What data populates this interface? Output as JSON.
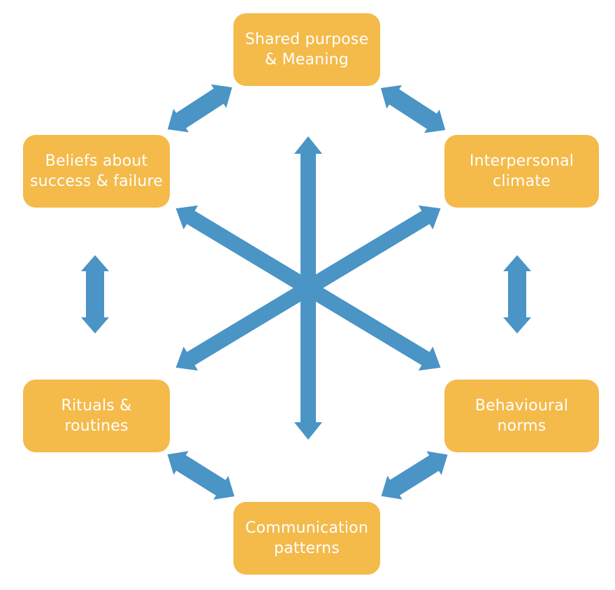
{
  "diagram": {
    "type": "hub-and-ring-diagram",
    "colors": {
      "node_fill": "#F4BA4A",
      "node_text": "#FFFFFF",
      "arrow": "#4A94C6",
      "background": "#FFFFFF"
    },
    "nodes": [
      {
        "id": "shared-purpose",
        "label": "Shared purpose & Meaning",
        "lines": [
          "Shared purpose",
          "& Meaning"
        ]
      },
      {
        "id": "beliefs",
        "label": "Beliefs about success & failure",
        "lines": [
          "Beliefs about",
          "success & failure"
        ]
      },
      {
        "id": "interpersonal-climate",
        "label": "Interpersonal climate",
        "lines": [
          "Interpersonal",
          "climate"
        ]
      },
      {
        "id": "rituals-routines",
        "label": "Rituals & routines",
        "lines": [
          "Rituals &",
          "routines"
        ]
      },
      {
        "id": "behavioural-norms",
        "label": "Behavioural norms",
        "lines": [
          "Behavioural",
          "norms"
        ]
      },
      {
        "id": "communication-patterns",
        "label": "Communication patterns",
        "lines": [
          "Communication",
          "patterns"
        ]
      }
    ],
    "connections": [
      {
        "from": "beliefs",
        "to": "shared-purpose",
        "style": "double-arrow"
      },
      {
        "from": "shared-purpose",
        "to": "interpersonal-climate",
        "style": "double-arrow"
      },
      {
        "from": "beliefs",
        "to": "rituals-routines",
        "style": "double-arrow"
      },
      {
        "from": "interpersonal-climate",
        "to": "behavioural-norms",
        "style": "double-arrow"
      },
      {
        "from": "rituals-routines",
        "to": "communication-patterns",
        "style": "double-arrow"
      },
      {
        "from": "communication-patterns",
        "to": "behavioural-norms",
        "style": "double-arrow"
      },
      {
        "from": "shared-purpose",
        "to": "communication-patterns",
        "style": "double-arrow-through-center"
      },
      {
        "from": "beliefs",
        "to": "behavioural-norms",
        "style": "double-arrow-through-center"
      },
      {
        "from": "rituals-routines",
        "to": "interpersonal-climate",
        "style": "double-arrow-through-center"
      }
    ]
  }
}
